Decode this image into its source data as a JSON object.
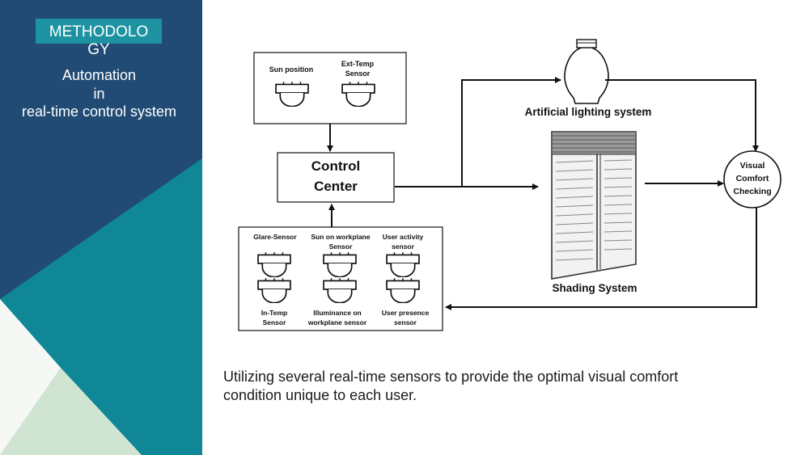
{
  "sidebar": {
    "badge_line1": "METHODOLO",
    "badge_line2": "GY",
    "subtitle_line1": "Automation",
    "subtitle_line2": "in",
    "subtitle_line3": "real-time control system",
    "colors": {
      "navy": "#214b74",
      "teal": "#0f8797",
      "badge": "#1d93a2",
      "mint": "#cfe4d1",
      "pale": "#f5f8f5"
    }
  },
  "diagram": {
    "top_sensors": {
      "sun_position": "Sun position",
      "ext_temp_1": "Ext-Temp",
      "ext_temp_2": "Sensor"
    },
    "control_center_1": "Control",
    "control_center_2": "Center",
    "artificial_lighting": "Artificial lighting system",
    "shading_system": "Shading System",
    "visual_comfort_1": "Visual",
    "visual_comfort_2": "Comfort",
    "visual_comfort_3": "Checking",
    "bottom_sensors": {
      "glare": "Glare-Sensor",
      "sun_workplane_1": "Sun on workplane",
      "sun_workplane_2": "Sensor",
      "user_activity_1": "User activity",
      "user_activity_2": "sensor",
      "in_temp_1": "In-Temp",
      "in_temp_2": "Sensor",
      "illuminance_1": "Illuminance on",
      "illuminance_2": "workplane sensor",
      "user_presence_1": "User presence",
      "user_presence_2": "sensor"
    },
    "icons": [
      "sensor-icon",
      "light-bulb-icon",
      "window-blind-icon",
      "arrow-icon"
    ]
  },
  "caption_line1": "Utilizing several real-time sensors to provide the optimal visual comfort",
  "caption_line2": "condition unique to each user."
}
